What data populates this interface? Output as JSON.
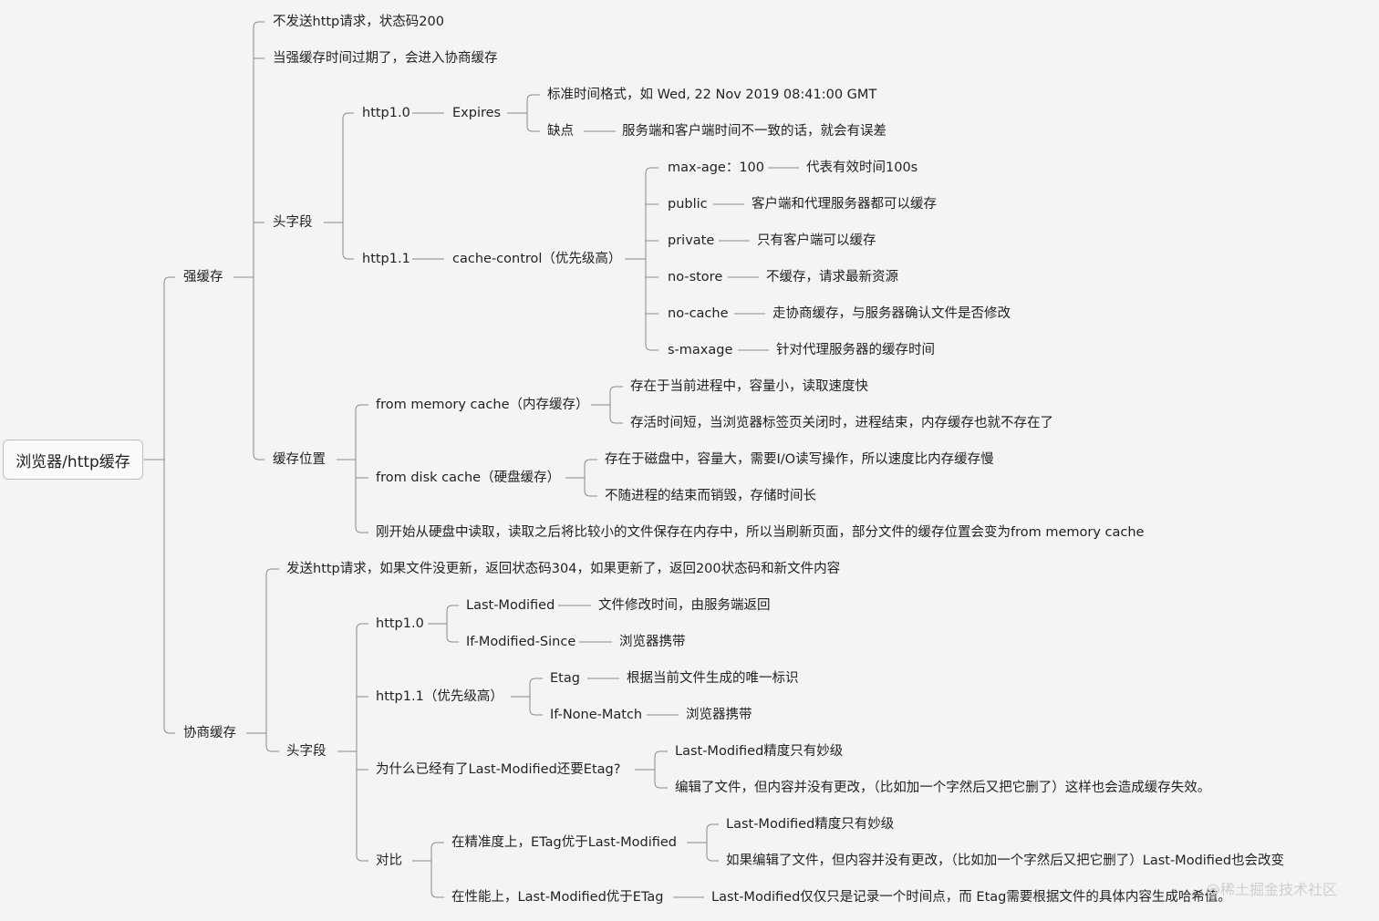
{
  "root": "浏览器/http缓存",
  "strong": {
    "title": "强缓存",
    "no_request": "不发送http请求，状态码200",
    "expire_note": "当强缓存时间过期了，会进入协商缓存",
    "header": {
      "title": "头字段",
      "http10": {
        "title": "http1.0",
        "expires": "Expires",
        "format": "标准时间格式，如 Wed, 22 Nov 2019 08:41:00 GMT",
        "defect_label": "缺点",
        "defect_text": "服务端和客户端时间不一致的话，就会有误差"
      },
      "http11": {
        "title": "http1.1",
        "cache_control": "cache-control（优先级高）",
        "directives": [
          {
            "key": "max-age：100",
            "desc": "代表有效时间100s"
          },
          {
            "key": "public",
            "desc": "客户端和代理服务器都可以缓存"
          },
          {
            "key": "private",
            "desc": "只有客户端可以缓存"
          },
          {
            "key": "no-store",
            "desc": "不缓存，请求最新资源"
          },
          {
            "key": "no-cache",
            "desc": "走协商缓存，与服务器确认文件是否修改"
          },
          {
            "key": "s-maxage",
            "desc": "针对代理服务器的缓存时间"
          }
        ]
      }
    },
    "location": {
      "title": "缓存位置",
      "memory": {
        "title": "from memory cache（内存缓存）",
        "items": [
          "存在于当前进程中，容量小，读取速度快",
          "存活时间短，当浏览器标签页关闭时，进程结束，内存缓存也就不存在了"
        ]
      },
      "disk": {
        "title": "from disk cache（硬盘缓存）",
        "items": [
          "存在于磁盘中，容量大，需要I/O读写操作，所以速度比内存缓存慢",
          "不随进程的结束而销毁，存储时间长"
        ]
      },
      "note": "刚开始从硬盘中读取，读取之后将比较小的文件保存在内存中，所以当刷新页面，部分文件的缓存位置会变为from memory cache"
    }
  },
  "negotiate": {
    "title": "协商缓存",
    "request": "发送http请求，如果文件没更新，返回状态码304，如果更新了，返回200状态码和新文件内容",
    "header": {
      "title": "头字段",
      "http10": {
        "title": "http1.0",
        "last_modified": "Last-Modified",
        "last_modified_desc": "文件修改时间，由服务端返回",
        "ims": "If-Modified-Since",
        "ims_desc": "浏览器携带"
      },
      "http11": {
        "title": "http1.1（优先级高）",
        "etag": "Etag",
        "etag_desc": "根据当前文件生成的唯一标识",
        "inm": "If-None-Match",
        "inm_desc": "浏览器携带"
      },
      "why": {
        "title": "为什么已经有了Last-Modified还要Etag?",
        "items": [
          "Last-Modified精度只有妙级",
          "编辑了文件，但内容并没有更改，（比如加一个字然后又把它删了）这样也会造成缓存失效。"
        ]
      },
      "compare": {
        "title": "对比",
        "precision": "在精准度上，ETag优于Last-Modified",
        "precision_items": [
          "Last-Modified精度只有妙级",
          "如果编辑了文件，但内容并没有更改，（比如加一个字然后又把它删了）Last-Modified也会改变"
        ],
        "performance": "在性能上，Last-Modified优于ETag",
        "performance_desc": "Last-Modified仅仅只是记录一个时间点，而 Etag需要根据文件的具体内容生成哈希值。"
      }
    }
  },
  "watermark": "@稀土掘金技术社区"
}
